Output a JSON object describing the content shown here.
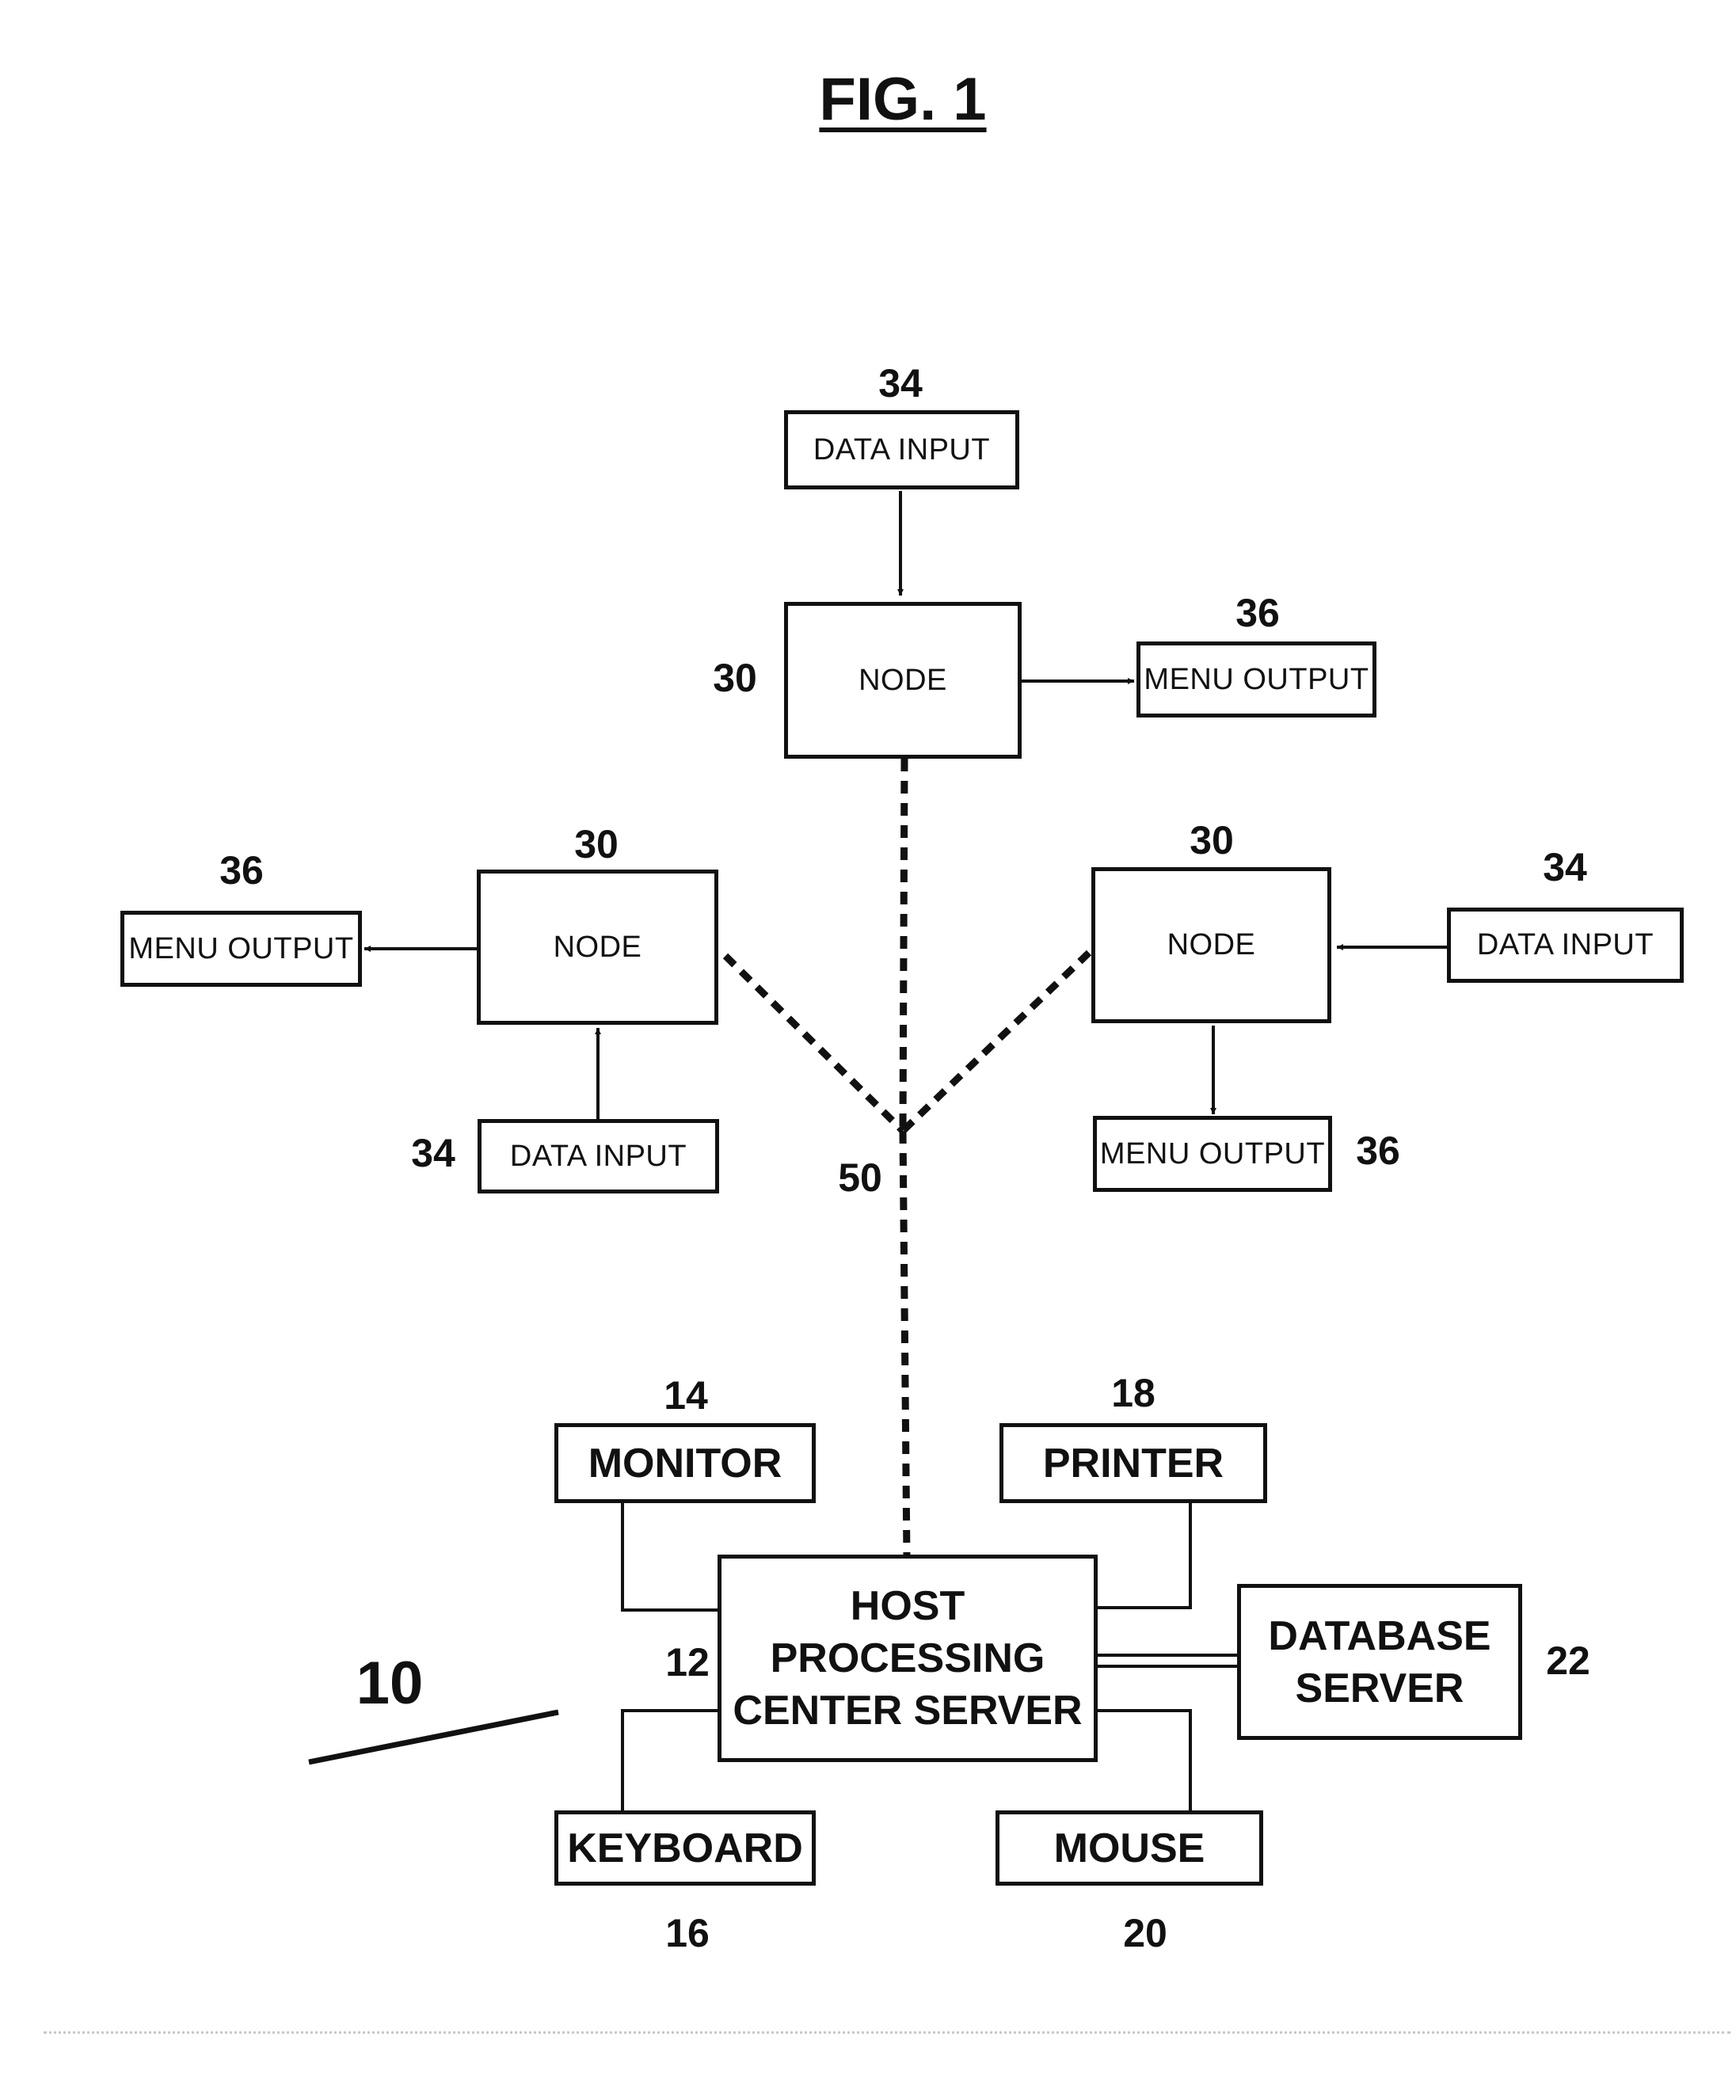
{
  "figure": {
    "title": "FIG. 1"
  },
  "labels": {
    "data_input": "DATA INPUT",
    "node": "NODE",
    "menu_output": "MENU OUTPUT",
    "host": "HOST\nPROCESSING\nCENTER SERVER",
    "monitor": "MONITOR",
    "printer": "PRINTER",
    "database": "DATABASE\nSERVER",
    "keyboard": "KEYBOARD",
    "mouse": "MOUSE"
  },
  "refs": {
    "system": "10",
    "host": "12",
    "monitor": "14",
    "keyboard": "16",
    "printer": "18",
    "mouse": "20",
    "database": "22",
    "node": "30",
    "data_input": "34",
    "menu_output": "36",
    "network": "50"
  }
}
